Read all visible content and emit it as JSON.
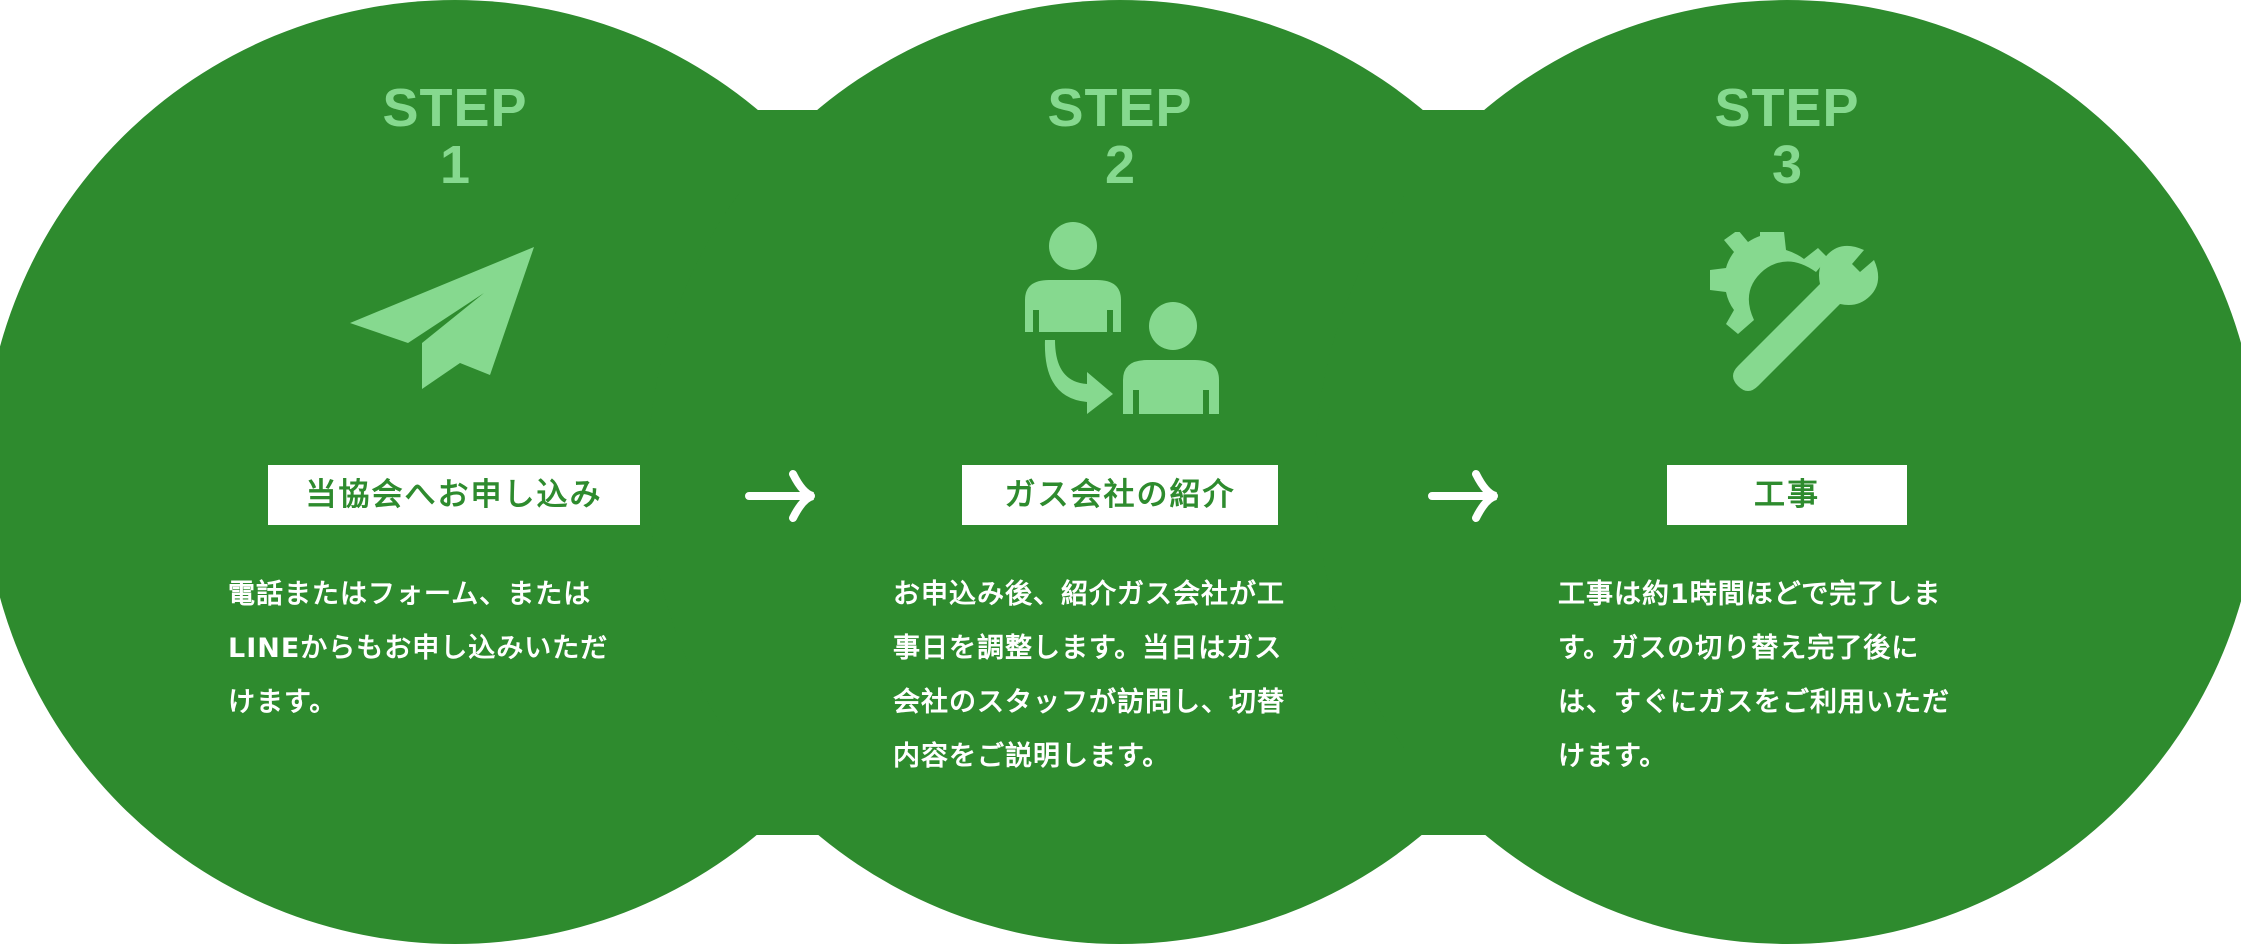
{
  "colors": {
    "background": "#2e8b2e",
    "accent": "#86d98f",
    "text": "#ffffff"
  },
  "steps": [
    {
      "label": "STEP",
      "number": "1",
      "icon": "paper-plane-icon",
      "title": "当協会へお申し込み",
      "description": "電話またはフォーム、または\nLINEからもお申し込みいただ\nけます。"
    },
    {
      "label": "STEP",
      "number": "2",
      "icon": "person-handover-icon",
      "title": "ガス会社の紹介",
      "description": "お申込み後、紹介ガス会社が工\n事日を調整します。当日はガス\n会社のスタッフが訪問し、切替\n内容をご説明します。"
    },
    {
      "label": "STEP",
      "number": "3",
      "icon": "gear-wrench-icon",
      "title": "工事",
      "description": "工事は約1時間ほどで完了しま\nす。ガスの切り替え完了後に\nは、すぐにガスをご利用いただ\nけます。"
    }
  ]
}
